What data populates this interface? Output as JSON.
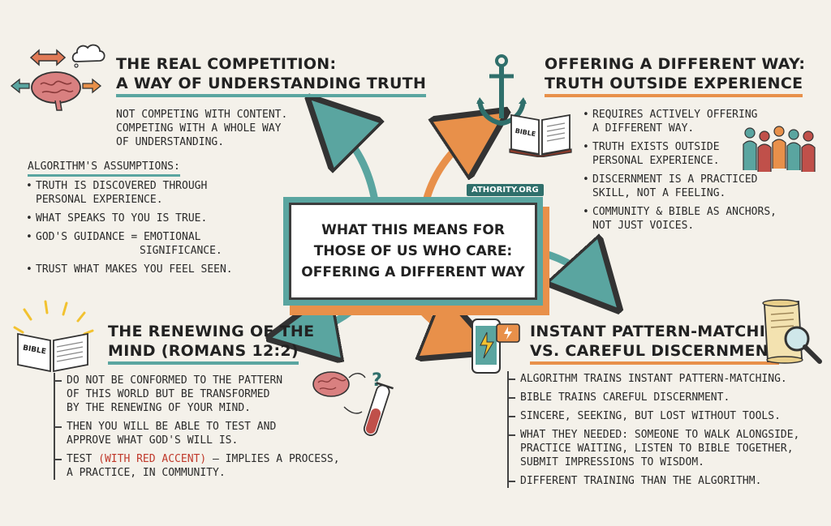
{
  "center": {
    "title_lines": [
      "WHAT THIS MEANS FOR",
      "THOSE OF US WHO CARE:",
      "OFFERING A DIFFERENT WAY"
    ],
    "badge": "ATHORITY.ORG"
  },
  "top_left": {
    "heading_lines": [
      "THE REAL COMPETITION:",
      "A WAY OF UNDERSTANDING TRUTH"
    ],
    "intro_lines": [
      "NOT COMPETING WITH CONTENT.",
      "COMPETING WITH A WHOLE WAY",
      "OF UNDERSTANDING."
    ],
    "subheading": "ALGORITHM'S ASSUMPTIONS:",
    "bullets": [
      {
        "lines": [
          "TRUTH IS DISCOVERED THROUGH",
          "PERSONAL EXPERIENCE."
        ]
      },
      {
        "lines": [
          "WHAT SPEAKS TO YOU IS TRUE."
        ]
      },
      {
        "lines": [
          "GOD'S GUIDANCE = EMOTIONAL",
          "SIGNIFICANCE."
        ]
      },
      {
        "lines": [
          "TRUST WHAT MAKES YOU FEEL SEEN."
        ]
      }
    ]
  },
  "top_right": {
    "heading_lines": [
      "OFFERING A DIFFERENT WAY:",
      "TRUTH OUTSIDE EXPERIENCE"
    ],
    "bullets": [
      {
        "lines": [
          "REQUIRES ACTIVELY OFFERING",
          "A DIFFERENT WAY."
        ]
      },
      {
        "lines": [
          "TRUTH EXISTS OUTSIDE",
          "PERSONAL EXPERIENCE."
        ]
      },
      {
        "lines": [
          "DISCERNMENT IS A PRACTICED",
          "SKILL, NOT A FEELING."
        ]
      },
      {
        "lines": [
          "COMMUNITY & BIBLE AS ANCHORS,",
          "NOT JUST VOICES."
        ]
      }
    ],
    "icon_book_label": "BIBLE"
  },
  "bottom_left": {
    "heading_lines": [
      "THE RENEWING OF THE",
      "MIND (ROMANS 12:2)"
    ],
    "icon_book_label": "BIBLE",
    "items": [
      {
        "lines": [
          "DO NOT BE CONFORMED TO THE PATTERN",
          "OF THIS WORLD BUT BE TRANSFORMED",
          "BY THE RENEWING OF YOUR MIND."
        ]
      },
      {
        "lines": [
          "THEN YOU WILL BE ABLE TO TEST AND",
          "APPROVE WHAT GOD'S WILL IS."
        ]
      }
    ],
    "last_item": {
      "prefix": "TEST ",
      "accent": "(WITH RED ACCENT)",
      "suffix": " – IMPLIES A PROCESS,",
      "line2": "A PRACTICE, IN COMMUNITY."
    }
  },
  "bottom_right": {
    "heading_lines": [
      "INSTANT PATTERN-MATCHING",
      "VS. CAREFUL DISCERNMENT"
    ],
    "items": [
      {
        "lines": [
          "ALGORITHM TRAINS INSTANT PATTERN-MATCHING."
        ]
      },
      {
        "lines": [
          "BIBLE TRAINS CAREFUL DISCERNMENT."
        ]
      },
      {
        "lines": [
          "SINCERE, SEEKING, BUT LOST WITHOUT TOOLS."
        ]
      },
      {
        "lines": [
          "WHAT THEY NEEDED: SOMEONE TO WALK ALONGSIDE,",
          "PRACTICE WAITING, LISTEN TO BIBLE TOGETHER,",
          "SUBMIT IMPRESSIONS TO WISDOM."
        ]
      },
      {
        "lines": [
          "DIFFERENT TRAINING THAN THE ALGORITHM."
        ]
      }
    ]
  },
  "colors": {
    "teal": "#5aa5a0",
    "orange": "#e8904a",
    "dark_teal": "#2f6f6b",
    "red_accent": "#c0392b",
    "background": "#f4f1ea"
  },
  "icons": [
    "brain-icon",
    "thought-cloud-icon",
    "double-arrow-icon",
    "anchor-icon",
    "bible-book-icon",
    "people-group-icon",
    "brain-question-icon",
    "test-tube-icon",
    "phone-icon",
    "scroll-icon",
    "magnifier-icon"
  ]
}
